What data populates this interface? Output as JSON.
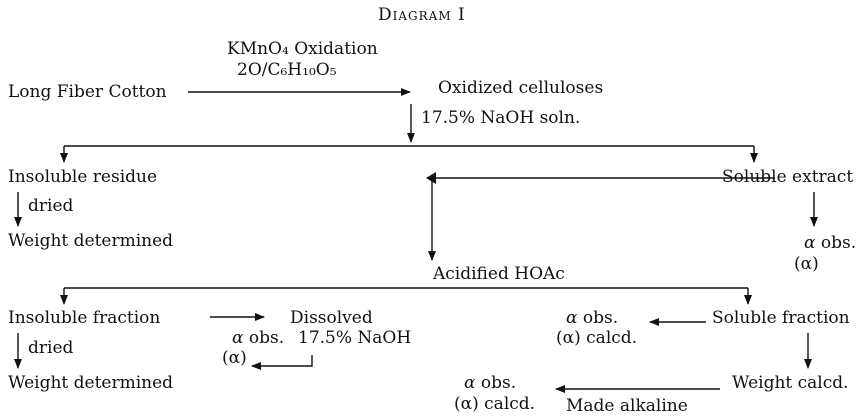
{
  "title": "Diagram I",
  "reagent_line1": "KMnO₄ Oxidation",
  "reagent_line2": "2O/C₆H₁₀O₅",
  "start": "Long Fiber Cotton",
  "oxidized": "Oxidized celluloses",
  "naoh_step": "17.5% NaOH soln.",
  "insoluble_residue": "Insoluble residue",
  "dried_1": "dried",
  "weight_det_1": "Weight determined",
  "soluble_extract": "Soluble extract",
  "alpha_obs": "obs.",
  "alpha_sym": "α",
  "alpha_paren": "(α)",
  "acidified": "Acidified HOAc",
  "insoluble_fraction": "Insoluble fraction",
  "dried_2": "dried",
  "weight_det_2": "Weight determined",
  "dissolved": "Dissolved",
  "dissolved_naoh": "17.5% NaOH",
  "calcd": "calcd.",
  "soluble_fraction": "Soluble fraction",
  "weight_calcd": "Weight calcd.",
  "made_alkaline": "Made alkaline"
}
